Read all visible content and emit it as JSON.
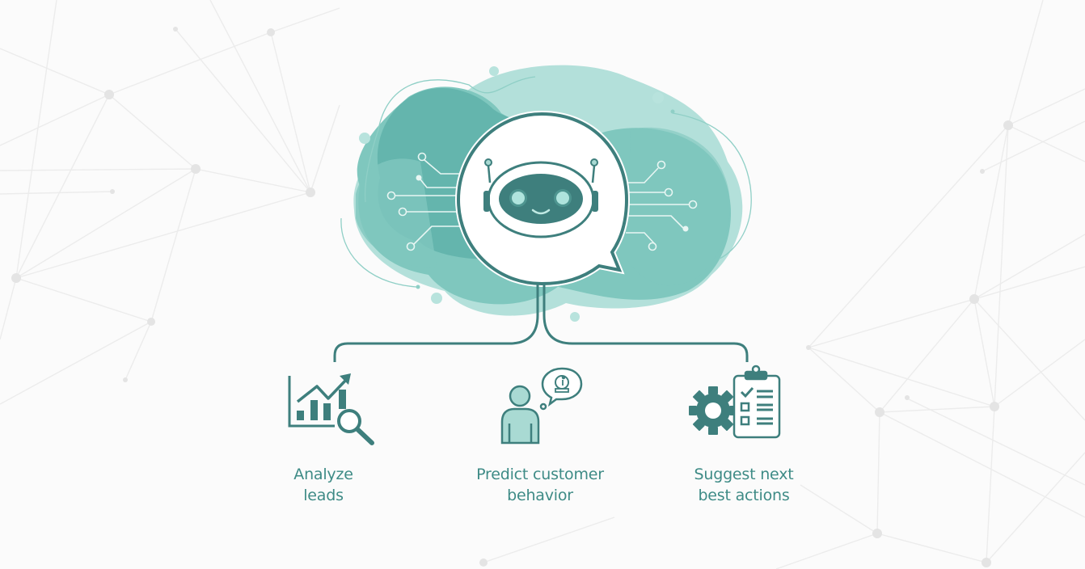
{
  "diagram": {
    "center": {
      "name": "AI assistant",
      "icon": "robot-chat-bubble-icon"
    },
    "branches": [
      {
        "id": "analyze",
        "icon": "chart-magnifier-icon",
        "line1": "Analyze",
        "line2": "leads"
      },
      {
        "id": "predict",
        "icon": "person-thought-crystal-ball-icon",
        "line1": "Predict customer",
        "line2": "behavior"
      },
      {
        "id": "suggest",
        "icon": "gear-checklist-icon",
        "line1": "Suggest next",
        "line2": "best actions"
      }
    ]
  },
  "colors": {
    "background": "#fbfbfb",
    "network_lines": "#e8e8e8",
    "cloud_dark": "#5fb2aa",
    "cloud_mid": "#7fc7be",
    "cloud_light": "#b3e0da",
    "primary_teal": "#3e7f7d",
    "label_teal": "#3e8b86",
    "icon_fill_light": "#a9dad3"
  }
}
